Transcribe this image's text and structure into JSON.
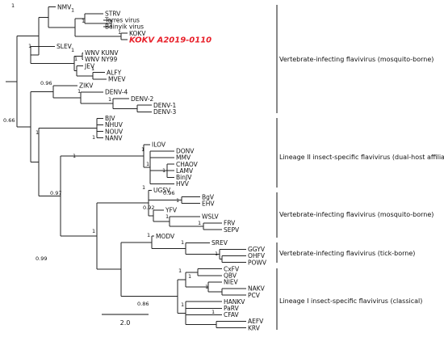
{
  "tree": {
    "leaves": [
      "NMV",
      "STRV",
      "Torres virus",
      "Bainyik virus",
      "KOKV",
      "KOKV A2019-0110",
      "SLEV",
      "WNV KUNV",
      "WNV NY99",
      "JEV",
      "ALFY",
      "MVEV",
      "ZIKV",
      "DENV-4",
      "DENV-2",
      "DENV-1",
      "DENV-3",
      "BJV",
      "NHUV",
      "NOUV",
      "NANV",
      "ILOV",
      "DONV",
      "MMV",
      "CHAOV",
      "LAMV",
      "BinJV",
      "HVV",
      "UGSV",
      "BgV",
      "EHV",
      "YFV",
      "WSLV",
      "FRV",
      "SEPV",
      "MODV",
      "SREV",
      "GGYV",
      "OHFV",
      "POWV",
      "CxFV",
      "QBV",
      "NIEV",
      "NAKV",
      "PCV",
      "HANKV",
      "PaRV",
      "CFAV",
      "AEFV",
      "KRV"
    ],
    "highlight_leaf": "KOKV A2019-0110",
    "highlight_color": "#e8202a",
    "support_values": [
      "1",
      "1",
      "1",
      "1",
      "1",
      "1",
      "1",
      "1",
      "0.96",
      "1",
      "1",
      "0.66",
      "1",
      "1",
      "1",
      "1",
      "1",
      "1",
      "0.97",
      "1",
      "0.96",
      "1",
      "0.92",
      "1",
      "1",
      "1",
      "1",
      "1",
      "1",
      "0.99",
      "1",
      "1",
      "1",
      "0.86",
      "1",
      "1"
    ]
  },
  "groups": [
    {
      "label": "Vertebrate-infecting flavivirus (mosquito-borne)"
    },
    {
      "label": "Lineage II insect-specific flavivirus (dual-host affiliated)"
    },
    {
      "label": "Vertebrate-infecting flavivirus (mosquito-borne)"
    },
    {
      "label": "Vertebrate-infecting flavivirus (tick-borne)"
    },
    {
      "label": "Lineage I insect-specific flavivirus (classical)"
    }
  ],
  "scale_bar": {
    "label": "2.0"
  }
}
